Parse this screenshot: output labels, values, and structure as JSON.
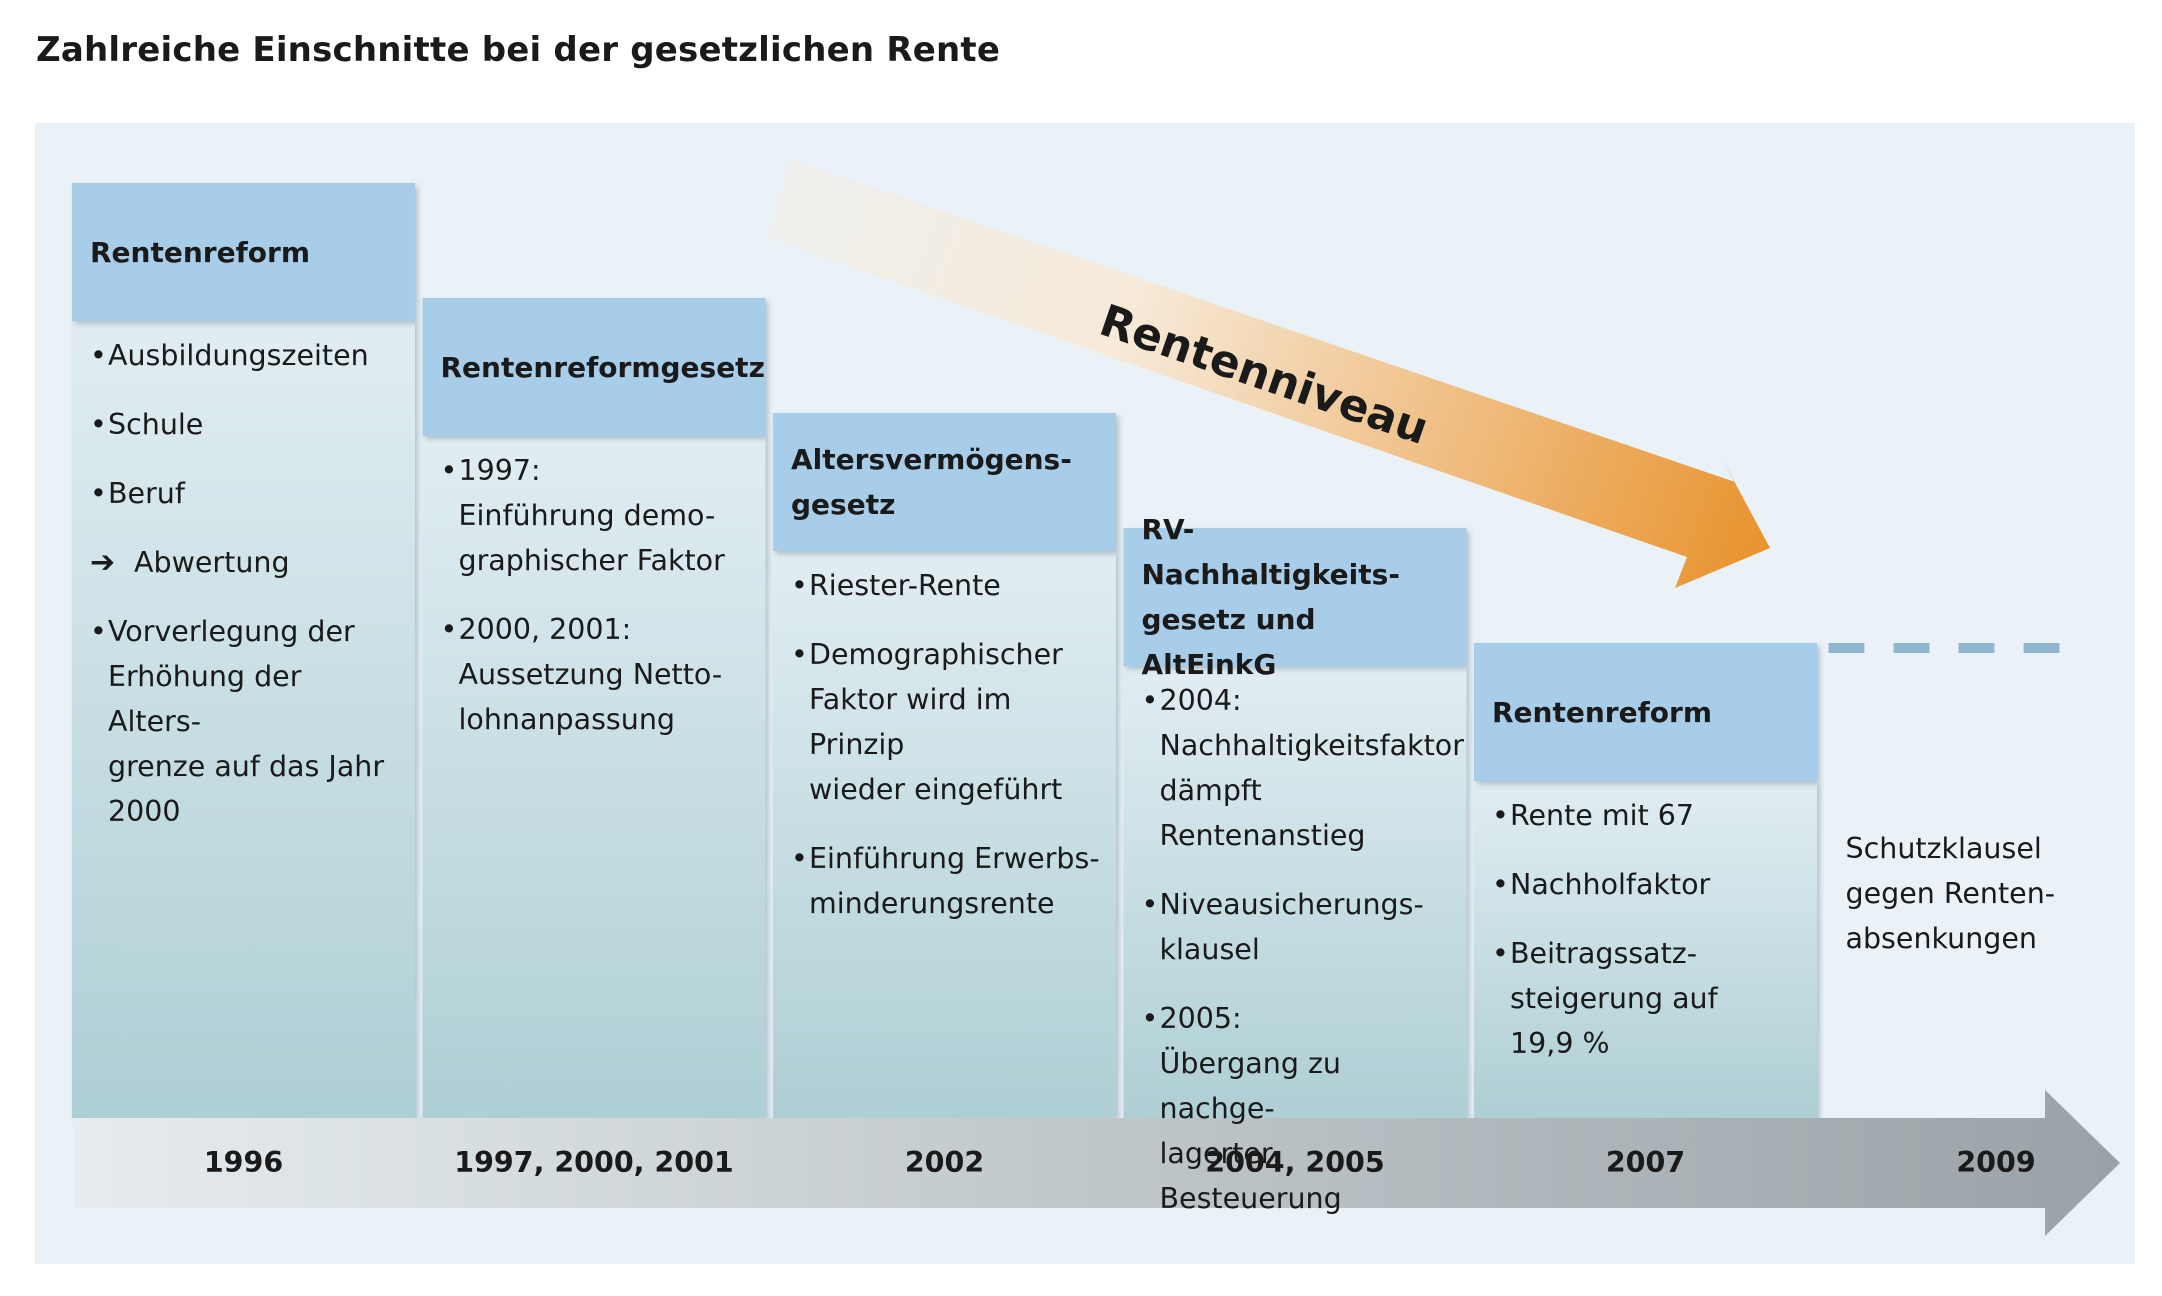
{
  "page_title": "Zahlreiche Einschnitte bei der gesetzlichen Rente",
  "trend_label": "Rentenniveau",
  "bullet_symbol": "•",
  "arrow_symbol": "➔",
  "steps": [
    {
      "title": [
        "Rentenreform"
      ],
      "year": "1996",
      "items": [
        {
          "lines": [
            "Ausbildungszeiten"
          ]
        },
        {
          "lines": [
            "Schule"
          ]
        },
        {
          "lines": [
            "Beruf"
          ]
        },
        {
          "lines": [
            "Abwertung"
          ],
          "arrow": true
        },
        {
          "lines": [
            "Vorverlegung der",
            "Erhöhung der Alters-",
            "grenze auf das Jahr",
            "2000"
          ]
        }
      ]
    },
    {
      "title": [
        "Rentenreformgesetz"
      ],
      "year": "1997, 2000, 2001",
      "items": [
        {
          "lines": [
            "1997:",
            "Einführung demo-",
            "graphischer Faktor"
          ]
        },
        {
          "lines": [
            "2000, 2001:",
            "Aussetzung Netto-",
            "lohnanpassung"
          ]
        }
      ]
    },
    {
      "title": [
        "Altersvermögens-",
        "gesetz"
      ],
      "year": "2002",
      "items": [
        {
          "lines": [
            "Riester-Rente"
          ]
        },
        {
          "lines": [
            "Demographischer",
            "Faktor wird im Prinzip",
            "wieder eingeführt"
          ]
        },
        {
          "lines": [
            "Einführung Erwerbs-",
            "minderungsrente"
          ]
        }
      ]
    },
    {
      "title": [
        "RV-Nachhaltigkeits-",
        "gesetz und AltEinkG"
      ],
      "year": "2004, 2005",
      "items": [
        {
          "lines": [
            "2004:",
            "Nachhaltigkeitsfaktor",
            "dämpft Rentenanstieg"
          ]
        },
        {
          "lines": [
            "Niveausicherungs-",
            "klausel"
          ]
        },
        {
          "lines": [
            "2005:",
            "Übergang zu nachge-",
            "lagerter Besteuerung"
          ]
        }
      ]
    },
    {
      "title": [
        "Rentenreform"
      ],
      "year": "2007",
      "items": [
        {
          "lines": [
            "Rente mit 67"
          ]
        },
        {
          "lines": [
            "Nachholfaktor"
          ]
        },
        {
          "lines": [
            "Beitragssatz-",
            "steigerung auf",
            "19,9 %"
          ]
        }
      ]
    },
    {
      "year": "2009",
      "lines": [
        "Schutzklausel",
        "gegen Renten-",
        "absenkungen"
      ]
    }
  ],
  "colors": {
    "header_fill": "#a7cde8",
    "body_top": "#e1edf2",
    "body_bottom": "#aecfd4",
    "axis_light": "#e6ecef",
    "axis_dark": "#9aa2a7",
    "trend_light": "#f7ead9",
    "trend_dark": "#e8922c",
    "dash": "#8fb5cf"
  }
}
